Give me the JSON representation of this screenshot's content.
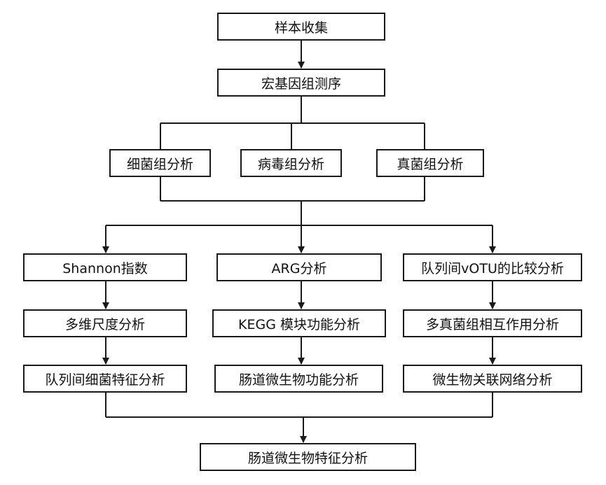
{
  "nodes": {
    "sample_collection": "样本收集",
    "metagenome_sequencing": "宏基因组测序",
    "bacteriome_analysis": "细菌组分析",
    "virome_analysis": "病毒组分析",
    "mycobiome_analysis": "真菌组分析",
    "shannon_index": "Shannon指数",
    "nmds_analysis": "多维尺度分析",
    "cohort_bacterial_features": "队列间细菌特征分析",
    "arg_analysis": "ARG分析",
    "kegg_module_analysis": "KEGG 模块功能分析",
    "gut_microbial_function": "肠道微生物功能分析",
    "votu_comparison": "队列间vOTU的比较分析",
    "multi_kingdom_interaction": "多真菌组相互作用分析",
    "microbial_network": "微生物关联网络分析",
    "gut_microbial_features": "肠道微生物特征分析"
  },
  "colors": {
    "line": "#1a1a1a",
    "box_border": "#1a1a1a",
    "background": "#ffffff",
    "text": "#111111"
  }
}
